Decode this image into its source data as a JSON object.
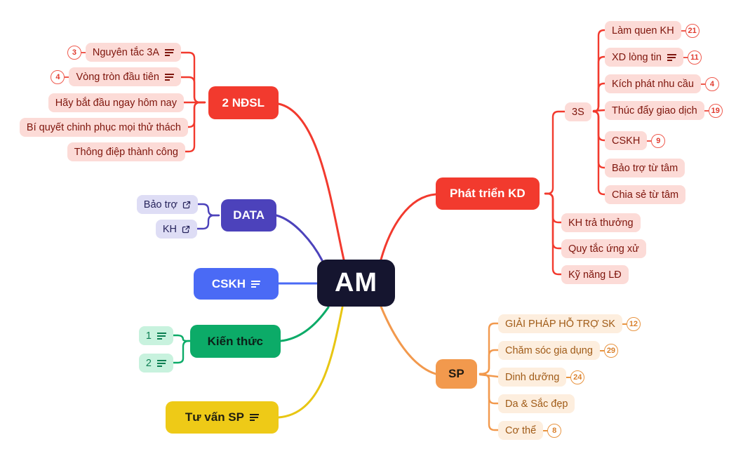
{
  "root": {
    "label": "AM"
  },
  "branches": {
    "ndsl": {
      "label": "2 NĐSL",
      "children": [
        {
          "label": "Nguyên tắc 3A",
          "badge": "3"
        },
        {
          "label": "Vòng tròn đầu tiên",
          "badge": "4"
        },
        {
          "label": "Hãy bắt đầu ngay hôm nay"
        },
        {
          "label": "Bí quyết chinh phục mọi thử thách"
        },
        {
          "label": "Thông điệp thành công"
        }
      ]
    },
    "data": {
      "label": "DATA",
      "children": [
        {
          "label": "Bảo trợ"
        },
        {
          "label": "KH"
        }
      ]
    },
    "cskh": {
      "label": "CSKH"
    },
    "kienthuc": {
      "label": "Kiến thức",
      "children": [
        {
          "label": "1"
        },
        {
          "label": "2"
        }
      ]
    },
    "tuvansp": {
      "label": "Tư vấn SP"
    },
    "phattrienkd": {
      "label": "Phát triển KD",
      "s3": {
        "label": "3S",
        "children": [
          {
            "label": "Làm quen KH",
            "badge": "21"
          },
          {
            "label": "XD lòng tin",
            "badge": "11"
          },
          {
            "label": "Kích phát nhu cầu",
            "badge": "4"
          },
          {
            "label": "Thúc đẩy giao dịch",
            "badge": "19"
          },
          {
            "label": "CSKH",
            "badge": "9"
          },
          {
            "label": "Bảo trợ từ tâm"
          },
          {
            "label": "Chia sẻ từ tâm"
          }
        ]
      },
      "others": [
        {
          "label": "KH trả thưởng"
        },
        {
          "label": "Quy tắc ứng xử"
        },
        {
          "label": "Kỹ năng LĐ"
        }
      ]
    },
    "sp": {
      "label": "SP",
      "children": [
        {
          "label": "GIẢI PHÁP HỖ TRỢ SK",
          "badge": "12"
        },
        {
          "label": "Chăm sóc gia dụng",
          "badge": "29"
        },
        {
          "label": "Dinh dưỡng",
          "badge": "24"
        },
        {
          "label": "Da & Sắc đẹp"
        },
        {
          "label": "Cơ thể",
          "badge": "8"
        }
      ]
    }
  },
  "colors": {
    "root_bg": "#15152f",
    "red": "#f23a2e",
    "red_light": "#fcdbd7",
    "red_text": "#7e150c",
    "red_badge": "#ef5a4e",
    "indigo": "#4c42bb",
    "indigo_light": "#deddf5",
    "indigo_text": "#27245c",
    "blue": "#4a6af5",
    "green": "#0cab68",
    "green_light": "#c8f2de",
    "green_text": "#0c7f52",
    "yellow": "#eeca17",
    "orange": "#f2994d",
    "orange_light": "#fdeede",
    "orange_text": "#a05b17",
    "orange_badge": "#e89440"
  }
}
